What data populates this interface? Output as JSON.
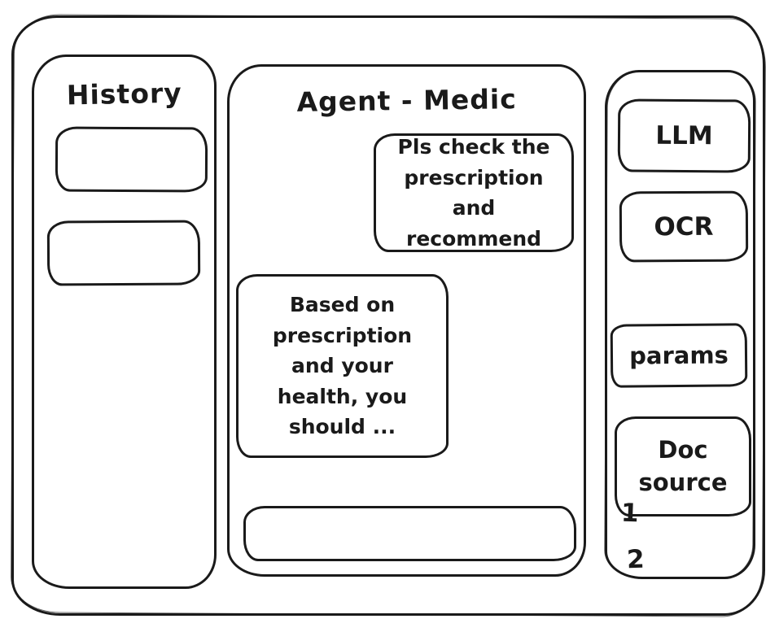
{
  "colors": {
    "ink": "#1a1a1a",
    "background": "#ffffff"
  },
  "history_panel": {
    "title": "History",
    "items": [
      {
        "label": ""
      },
      {
        "label": ""
      }
    ]
  },
  "chat_panel": {
    "title": "Agent - Medic",
    "messages": [
      {
        "role": "user",
        "text": "Pls check the\nprescription\nand recommend"
      },
      {
        "role": "assistant",
        "text": "Based on\nprescription\nand your\nhealth, you\nshould ..."
      }
    ],
    "input": {
      "value": ""
    }
  },
  "tools_panel": {
    "buttons": [
      {
        "id": "llm",
        "label": "LLM"
      },
      {
        "id": "ocr",
        "label": "OCR"
      },
      {
        "id": "params",
        "label": "params"
      },
      {
        "id": "doc-source",
        "label": "Doc source"
      }
    ],
    "doc_sources": [
      "1",
      "2"
    ]
  }
}
